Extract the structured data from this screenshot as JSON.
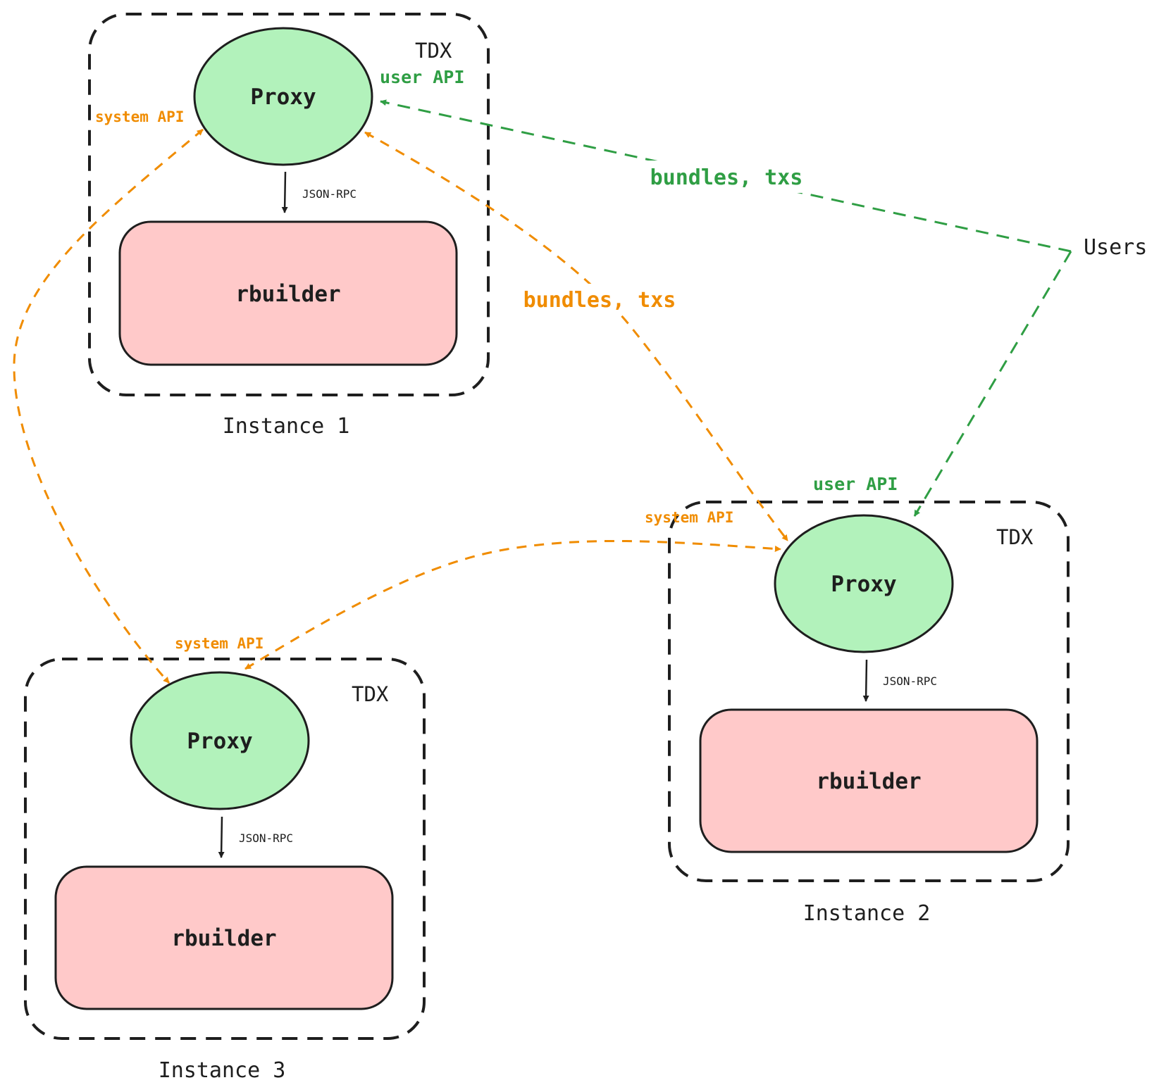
{
  "colors": {
    "proxy_fill": "#b2f2bb",
    "builder_fill": "#ffc9c9",
    "system_api": "#f08c00",
    "user_api": "#2f9e44",
    "ink": "#1e1e1e"
  },
  "instances": [
    {
      "name": "Instance 1",
      "enclave": "TDX",
      "proxy": "Proxy",
      "builder": "rbuilder",
      "link": "JSON-RPC",
      "user_api": "user API",
      "system_api": "system API"
    },
    {
      "name": "Instance 2",
      "enclave": "TDX",
      "proxy": "Proxy",
      "builder": "rbuilder",
      "link": "JSON-RPC",
      "user_api": "user API",
      "system_api": "system API"
    },
    {
      "name": "Instance 3",
      "enclave": "TDX",
      "proxy": "Proxy",
      "builder": "rbuilder",
      "link": "JSON-RPC",
      "system_api": "system API"
    }
  ],
  "users": "Users",
  "flows": {
    "users_to_proxy": "bundles, txs",
    "proxy_to_proxy": "bundles, txs"
  }
}
